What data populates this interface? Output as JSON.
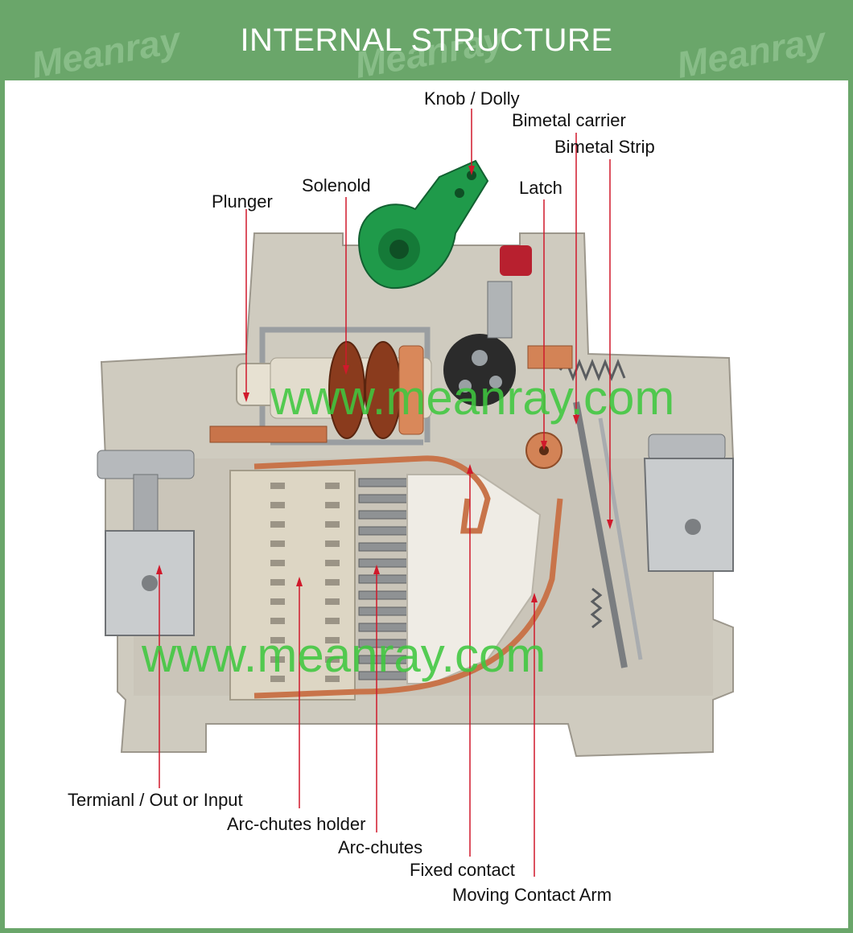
{
  "header": {
    "title": "INTERNAL STRUCTURE",
    "brand_logo": "Meanray",
    "header_color": "#6aa66a"
  },
  "watermark": {
    "text": "www.meanray.com",
    "color": "#3fc83f"
  },
  "labels": {
    "knob": "Knob / Dolly",
    "bimetal_carrier": "Bimetal carrier",
    "bimetal_strip": "Bimetal Strip",
    "solenoid": "Solenold",
    "latch": "Latch",
    "plunger": "Plunger",
    "terminal": "Termianl / Out or Input",
    "arc_holder": "Arc-chutes holder",
    "arc_chutes": "Arc-chutes",
    "fixed_contact": "Fixed contact",
    "moving_arm": "Moving Contact Arm"
  },
  "colors": {
    "leader_line": "#d0192b",
    "housing": "#cfcbbf",
    "copper": "#c8744a",
    "knob": "#1f9a4a"
  }
}
